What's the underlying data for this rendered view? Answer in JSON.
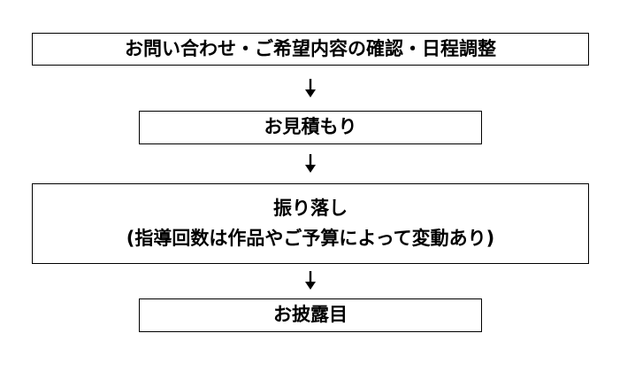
{
  "flow": {
    "steps": [
      {
        "label": "お問い合わせ・ご希望内容の確認・日程調整"
      },
      {
        "label": "お見積もり"
      },
      {
        "label": "振り落し",
        "note": "(指導回数は作品やご予算によって変動あり)"
      },
      {
        "label": "お披露目"
      }
    ],
    "arrow_icon": "down-arrow-icon",
    "stroke_color": "#000000",
    "background_color": "#ffffff"
  }
}
